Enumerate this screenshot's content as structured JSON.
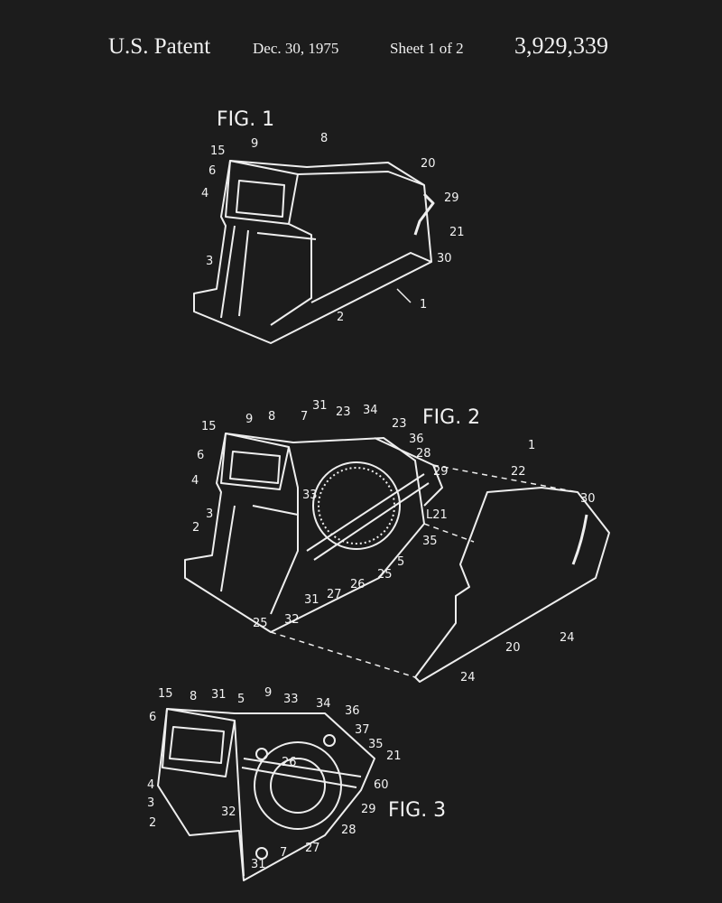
{
  "header": {
    "title": "U.S. Patent",
    "date": "Dec. 30, 1975",
    "sheet": "Sheet 1 of 2",
    "patent_number": "3,929,339"
  },
  "fig1": {
    "title": "FIG. 1",
    "labels": [
      "15",
      "9",
      "8",
      "6",
      "4",
      "20",
      "29",
      "21",
      "30",
      "3",
      "2",
      "1"
    ]
  },
  "fig2": {
    "title": "FIG. 2",
    "labels": [
      "15",
      "9",
      "8",
      "7",
      "31",
      "23",
      "34",
      "23",
      "36",
      "28",
      "29",
      "1",
      "22",
      "30",
      "6",
      "4",
      "33",
      "L21",
      "3",
      "2",
      "35",
      "5",
      "25",
      "26",
      "27",
      "31",
      "32",
      "25",
      "20",
      "24",
      "24"
    ]
  },
  "fig3": {
    "title": "FIG. 3",
    "labels": [
      "15",
      "8",
      "31",
      "5",
      "9",
      "33",
      "34",
      "36",
      "37",
      "6",
      "35",
      "21",
      "60",
      "4",
      "3",
      "29",
      "2",
      "32",
      "26",
      "28",
      "27",
      "7",
      "31"
    ]
  },
  "colors": {
    "background": "#1c1c1c",
    "ink": "#f2f2f2"
  }
}
